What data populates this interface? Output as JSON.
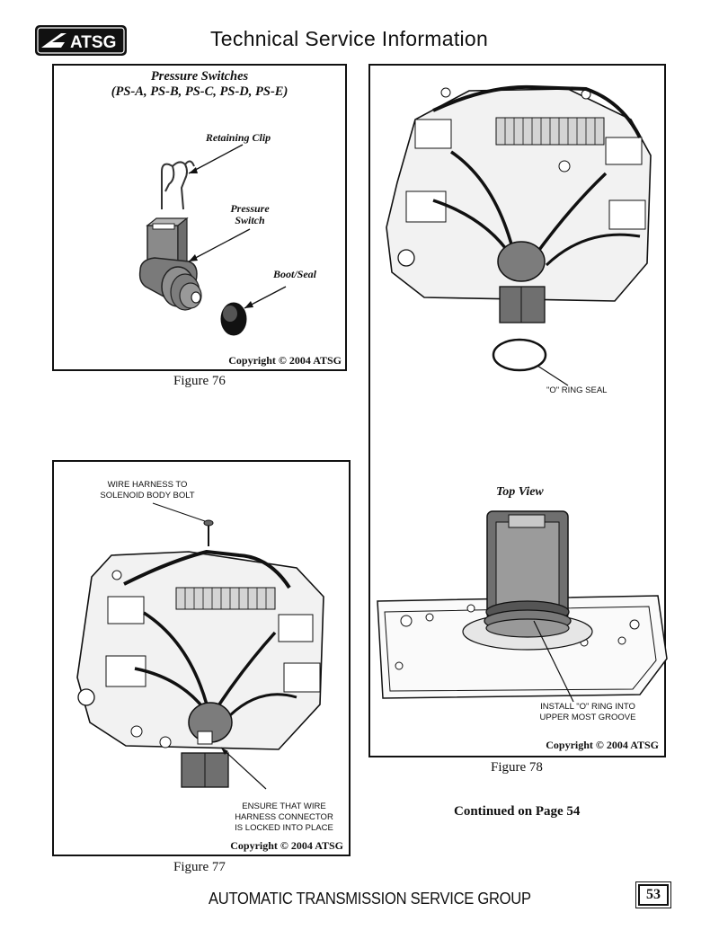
{
  "header": {
    "logo_text": "ATSG",
    "title": "Technical Service Information"
  },
  "figure76": {
    "title_line1": "Pressure Switches",
    "title_line2": "(PS-A, PS-B, PS-C, PS-D, PS-E)",
    "labels": {
      "retaining_clip": "Retaining Clip",
      "pressure_switch_1": "Pressure",
      "pressure_switch_2": "Switch",
      "boot_seal": "Boot/Seal"
    },
    "copyright": "Copyright © 2004 ATSG",
    "caption": "Figure 76"
  },
  "figure77": {
    "callout_bolt_1": "WIRE HARNESS TO",
    "callout_bolt_2": "SOLENOID BODY BOLT",
    "callout_connector_1": "ENSURE THAT WIRE",
    "callout_connector_2": "HARNESS CONNECTOR",
    "callout_connector_3": "IS LOCKED INTO PLACE",
    "copyright": "Copyright © 2004 ATSG",
    "caption": "Figure 77"
  },
  "figure78": {
    "o_ring_label": "\"O\" RING SEAL",
    "top_view": "Top View",
    "install_1": "INSTALL \"O\" RING INTO",
    "install_2": "UPPER MOST GROOVE",
    "copyright": "Copyright © 2004 ATSG",
    "caption": "Figure 78"
  },
  "continued": "Continued on Page 54",
  "footer": {
    "title": "AUTOMATIC TRANSMISSION SERVICE GROUP",
    "page_number": "53"
  }
}
